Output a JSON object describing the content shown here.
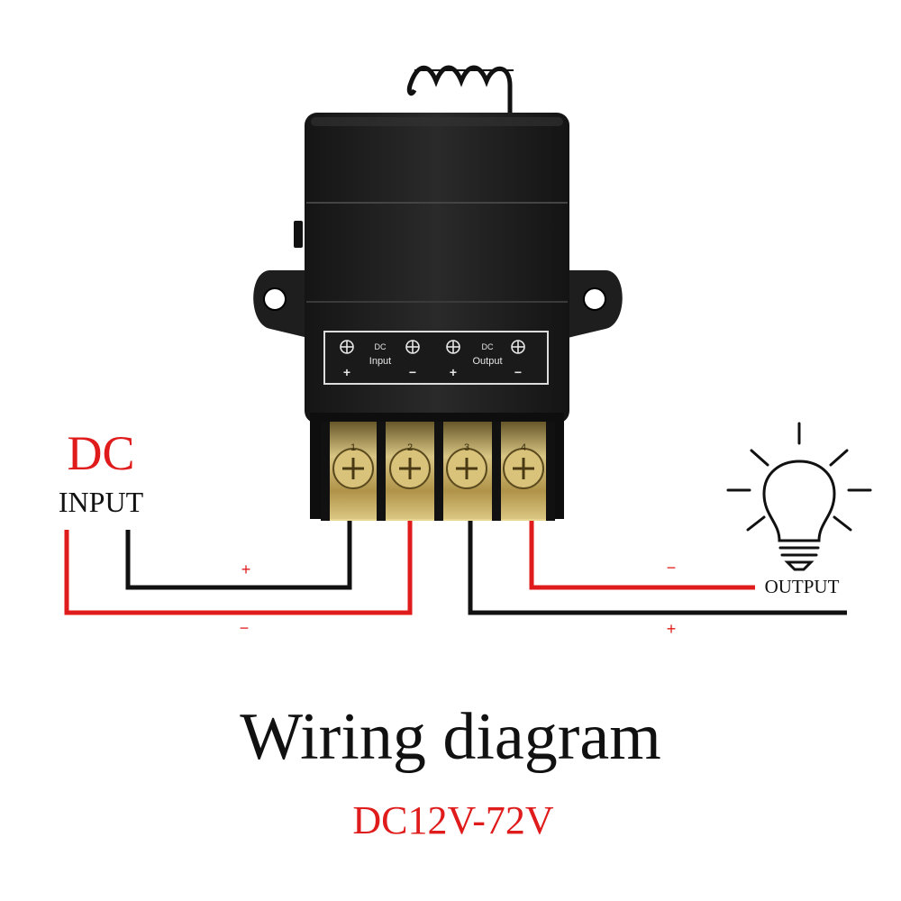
{
  "title": "Wiring diagram",
  "subtitle": "DC12V-72V",
  "input_label": {
    "line1": "DC",
    "line2": "INPUT"
  },
  "output_label": "OUTPUT",
  "wire_signs": {
    "input_black": "+",
    "input_red": "−",
    "output_red": "−",
    "output_black": "+"
  },
  "device_panel": {
    "input_label_dc": "DC",
    "input_label": "Input",
    "output_label_dc": "DC",
    "output_label": "Output",
    "signs": [
      "+",
      "−",
      "+",
      "−"
    ]
  },
  "terminals": [
    "1",
    "2",
    "3",
    "4"
  ],
  "colors": {
    "red": "#e01b1b",
    "black": "#111111",
    "device_body": "#1c1c1c",
    "terminal_brass": "#c9b163"
  },
  "icons": [
    "relay-module-icon",
    "antenna-icon",
    "light-bulb-icon"
  ]
}
